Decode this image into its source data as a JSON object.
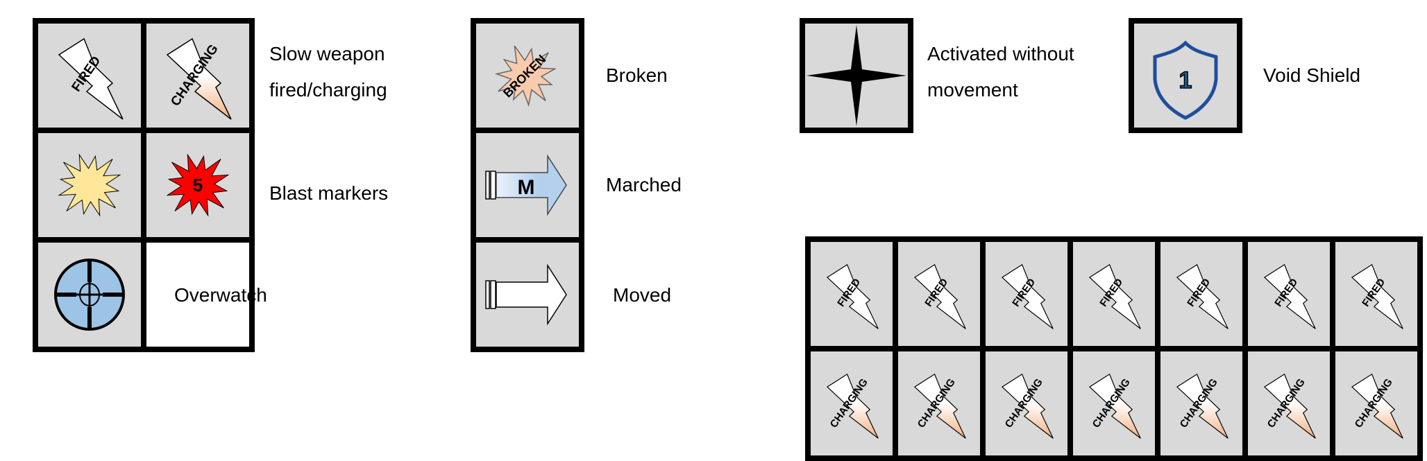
{
  "legend": {
    "slow_weapon": {
      "line1": "Slow weapon",
      "line2": "fired/charging",
      "fired_text": "FIRED",
      "charging_text": "CHARGING"
    },
    "blast_markers": {
      "label": "Blast markers",
      "count_text": "5"
    },
    "overwatch": {
      "label": "Overwatch"
    },
    "broken": {
      "label": "Broken",
      "marker_text": "BROKEN"
    },
    "marched": {
      "label": "Marched",
      "marker_text": "M"
    },
    "moved": {
      "label": "Moved"
    },
    "activated": {
      "line1": "Activated without",
      "line2": "movement"
    },
    "void_shield": {
      "label": "Void Shield",
      "value_text": "1"
    }
  },
  "tracker": {
    "rows": [
      {
        "marker": "fired",
        "count": 7
      },
      {
        "marker": "charging",
        "count": 7
      }
    ]
  },
  "colors": {
    "cell_bg": "#d9d9d9",
    "border": "#000000",
    "blast_light": "#ffe699",
    "blast_red": "#ff0000",
    "overwatch_blue": "#9dc3e6",
    "march_blue": "#b4d0ec",
    "broken_peach": "#f8cbad",
    "charging_orange": "#f4b183",
    "shield_blue": "#1f4e9c"
  }
}
